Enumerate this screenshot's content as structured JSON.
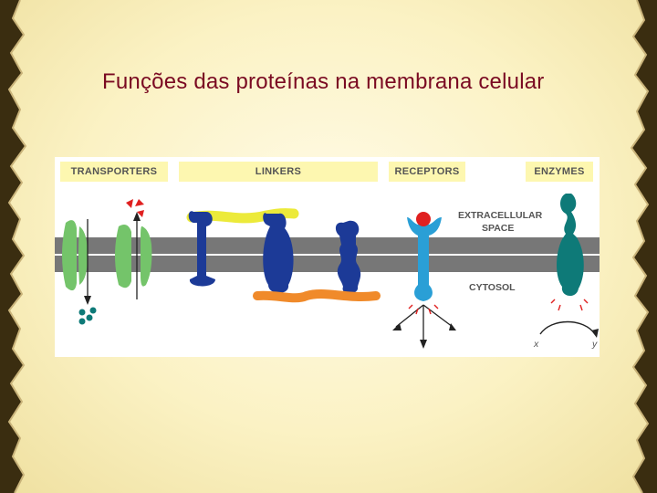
{
  "slide": {
    "title": "Funções das proteínas na membrana celular"
  },
  "figure": {
    "headers": {
      "transporters": "TRANSPORTERS",
      "linkers": "LINKERS",
      "receptors": "RECEPTORS",
      "enzymes": "ENZYMES"
    },
    "labels": {
      "extracellular": "EXTRACELLULAR",
      "space": "SPACE",
      "cytosol": "CYTOSOL",
      "substrate_x": "x",
      "product_y": "y"
    }
  },
  "colors": {
    "title": "#7a0a22",
    "membrane": "#777777",
    "transporter": "#74c46a",
    "linker": "#1c3a97",
    "receptor": "#2a9fd6",
    "enzyme": "#0e7a78",
    "extracellular_linker": "#ecea3a",
    "intracellular_linker": "#f08a2a",
    "ligand": "#e02020",
    "header_bg": "#fdf7b0"
  }
}
